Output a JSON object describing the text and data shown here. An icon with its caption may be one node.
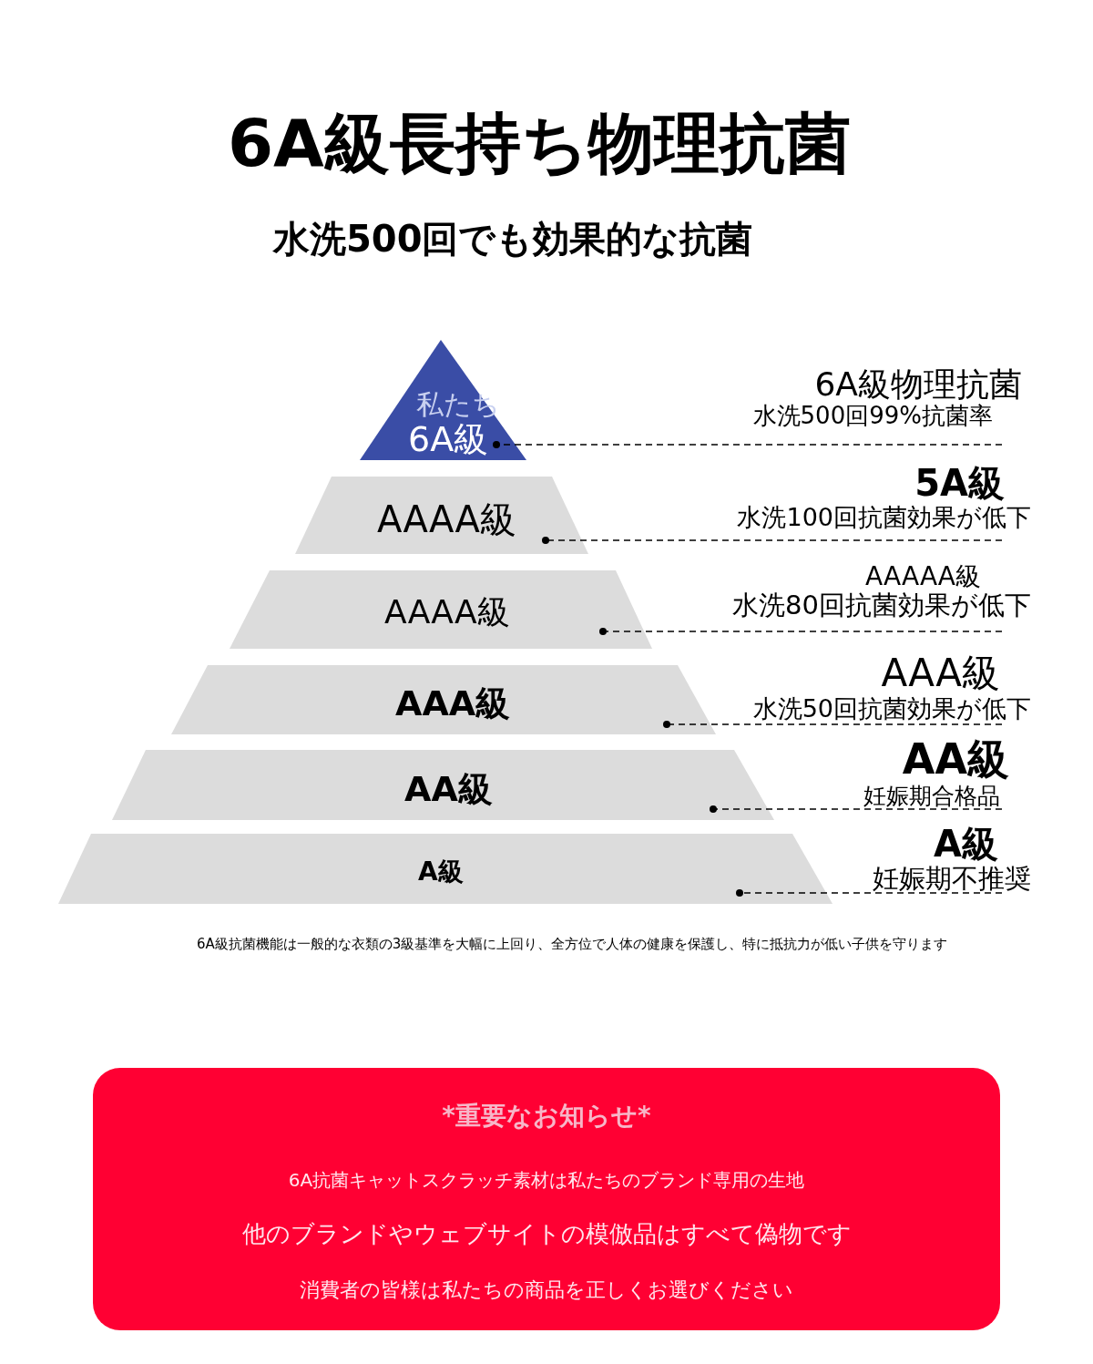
{
  "diagram": {
    "title": "6A級長持ち物理抗菌",
    "nodes": [
      {
        "text": [
          "私たち",
          "6A級"
        ]
      },
      {
        "text": [
          "AAAA級"
        ]
      },
      {
        "text": [
          "AAAA級"
        ]
      },
      {
        "text": [
          "AAA級"
        ]
      },
      {
        "text": [
          "AA級"
        ]
      },
      {
        "text": [
          "A級"
        ]
      },
      {
        "text": [
          "6A級物理抗菌",
          "水洗500回99%抗菌率"
        ]
      },
      {
        "text": [
          "5A級",
          "水洗100回抗菌効果が低下"
        ]
      },
      {
        "text": [
          "AAAAA級",
          "水洗80回抗菌効果が低下"
        ]
      },
      {
        "text": [
          "AAA級",
          "水洗50回抗菌効果が低下"
        ]
      },
      {
        "text": [
          "AA級",
          "妊娠期合格品"
        ]
      },
      {
        "text": [
          "A級",
          "妊娠期不推奨"
        ]
      },
      {
        "text": [
          "*重要なお知らせ*",
          "6A抗菌キャットスクラッチ素材は私たちのブランド専用の生地",
          "他のブランドやウェブサイトの模倣品はすべて偽物です",
          "消費者の皆様は私たちの商品を正しくお選びください"
        ]
      }
    ],
    "edges": [
      {
        "from": 6,
        "to": 0,
        "arrow": "other",
        "style": "dashed"
      },
      {
        "from": 7,
        "to": 1,
        "arrow": "other",
        "style": "dashed"
      },
      {
        "from": 8,
        "to": 2,
        "arrow": "other",
        "style": "dashed"
      },
      {
        "from": 9,
        "to": 3,
        "arrow": "other",
        "style": "dashed"
      },
      {
        "from": 10,
        "to": 4,
        "arrow": "other",
        "style": "dashed"
      },
      {
        "from": 11,
        "to": 5,
        "arrow": "other",
        "style": "dashed"
      }
    ],
    "labels": [
      "水洗500回でも効果的な抗菌",
      "6A級抗菌機能は一般的な衣類の3級基準を大幅に上回り、全方位で人体の健康を保護し、特に抵抗力が低い子供を守ります"
    ]
  }
}
